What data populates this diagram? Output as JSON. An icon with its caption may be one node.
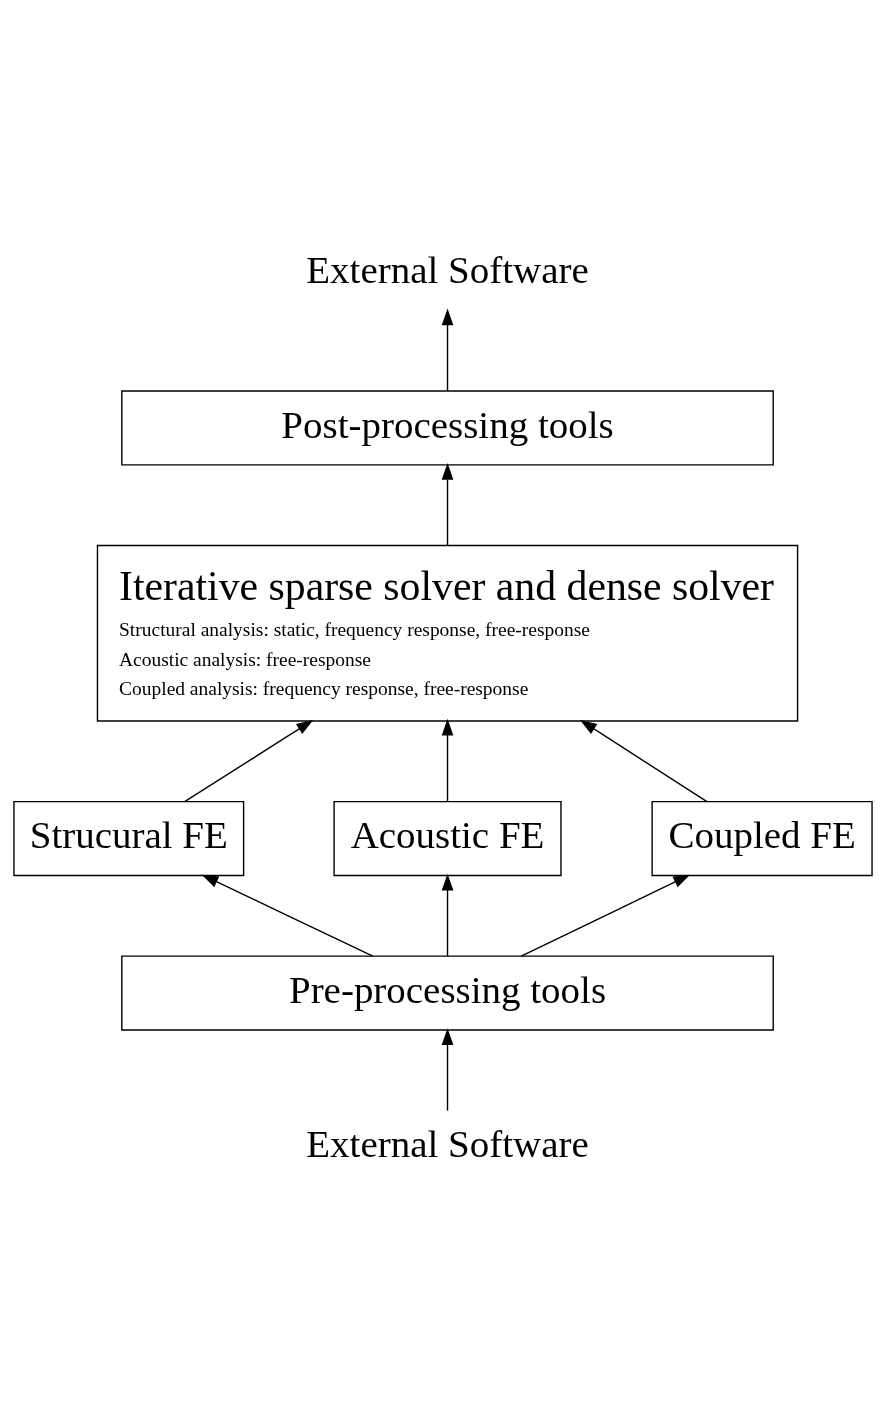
{
  "diagram": {
    "nodes": [
      {
        "text": [
          "External Software"
        ]
      },
      {
        "text": [
          "Post-processing tools"
        ]
      },
      {
        "text": [
          "Iterative sparse solver and dense solver",
          "Structural analysis: static, frequency response, free-response",
          "Acoustic analysis: free-response",
          "Coupled analysis: frequency response, free-response"
        ]
      },
      {
        "text": [
          "Strucural FE"
        ]
      },
      {
        "text": [
          "Acoustic FE"
        ]
      },
      {
        "text": [
          "Coupled FE"
        ]
      },
      {
        "text": [
          "Pre-processing tools"
        ]
      },
      {
        "text": [
          "External Software"
        ]
      }
    ],
    "edges": [
      {
        "from": 7,
        "to": 6,
        "arrow": "to"
      },
      {
        "from": 6,
        "to": 3,
        "arrow": "to"
      },
      {
        "from": 6,
        "to": 4,
        "arrow": "to"
      },
      {
        "from": 6,
        "to": 5,
        "arrow": "to"
      },
      {
        "from": 3,
        "to": 2,
        "arrow": "to"
      },
      {
        "from": 4,
        "to": 2,
        "arrow": "to"
      },
      {
        "from": 5,
        "to": 2,
        "arrow": "to"
      },
      {
        "from": 2,
        "to": 1,
        "arrow": "to"
      },
      {
        "from": 1,
        "to": 0,
        "arrow": "to"
      }
    ]
  }
}
